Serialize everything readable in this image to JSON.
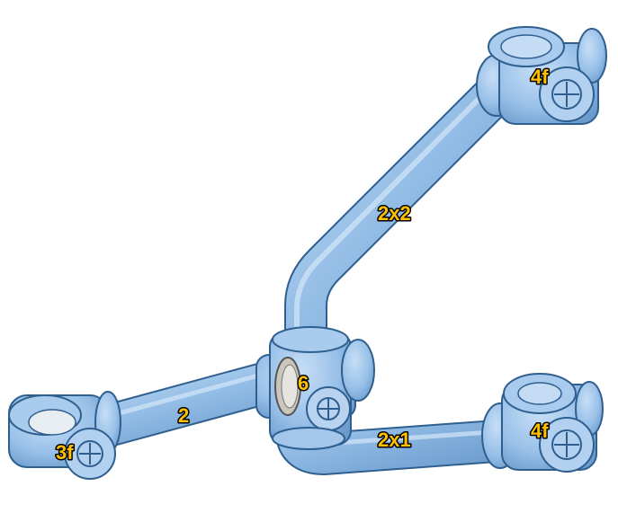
{
  "labels": {
    "top_right_connector": "4f",
    "upper_pipe": "2x2",
    "left_pipe": "2",
    "left_connector": "3f",
    "central_junction": "6",
    "lower_pipe": "2x1",
    "bottom_right_connector": "4f"
  },
  "colors": {
    "pipe": "#93bde6",
    "pipe_edge": "#2f5f8f",
    "fitting": "#a5c8ec",
    "label_text": "#ffc000",
    "label_outline": "#000000"
  }
}
